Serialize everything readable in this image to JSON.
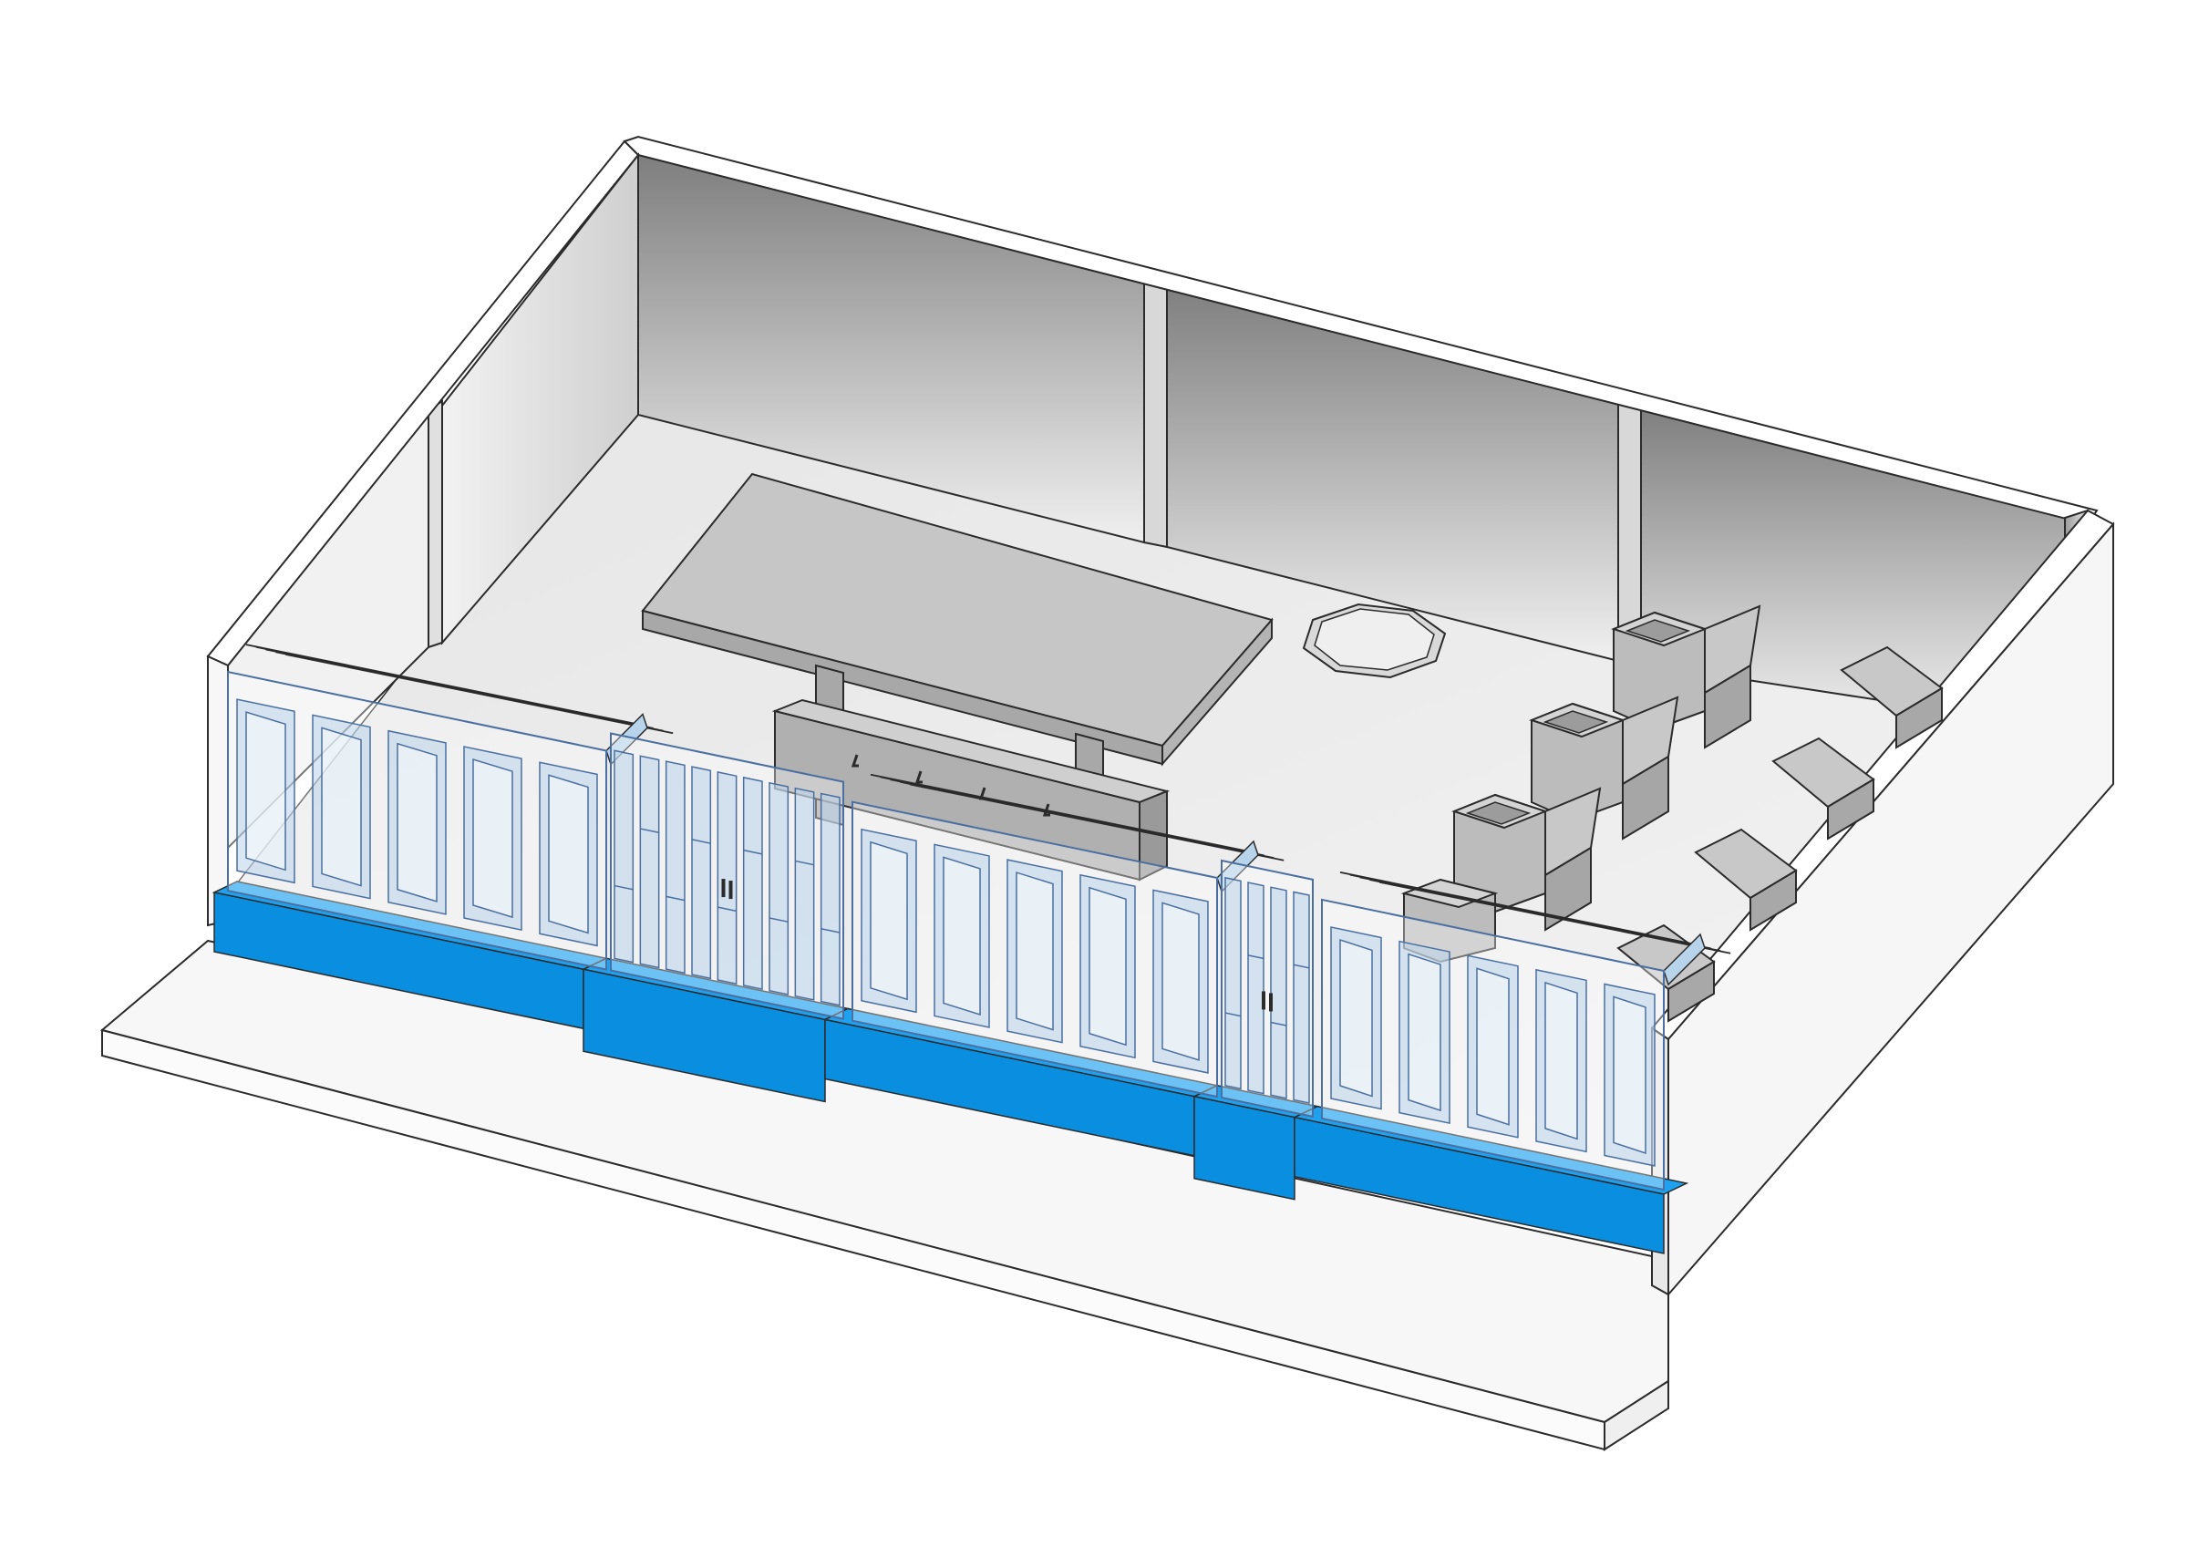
{
  "colors": {
    "background": "#ffffff",
    "line": "#2b2b2b",
    "wall_top": "#ffffff",
    "wall_face": "#f4f4f4",
    "wall_inner_light": "#e9e9e9",
    "wall_inner_dark": "#7e7e7e",
    "floor": "#ececec",
    "ground_slab": "#f7f7f7",
    "furniture": "#bdbdbd",
    "furniture_dark": "#9a9a9a",
    "furniture_light": "#d6d6d6",
    "planter_base": "#0a8fe0",
    "planter_base_top": "#1ea2f0",
    "screen_frame": "#b8d4ea",
    "screen_line": "#4b6fa0"
  },
  "components": {
    "planter_segments": 6,
    "screen_panels": 6,
    "lounge_chairs": 4,
    "loungers": 4
  }
}
